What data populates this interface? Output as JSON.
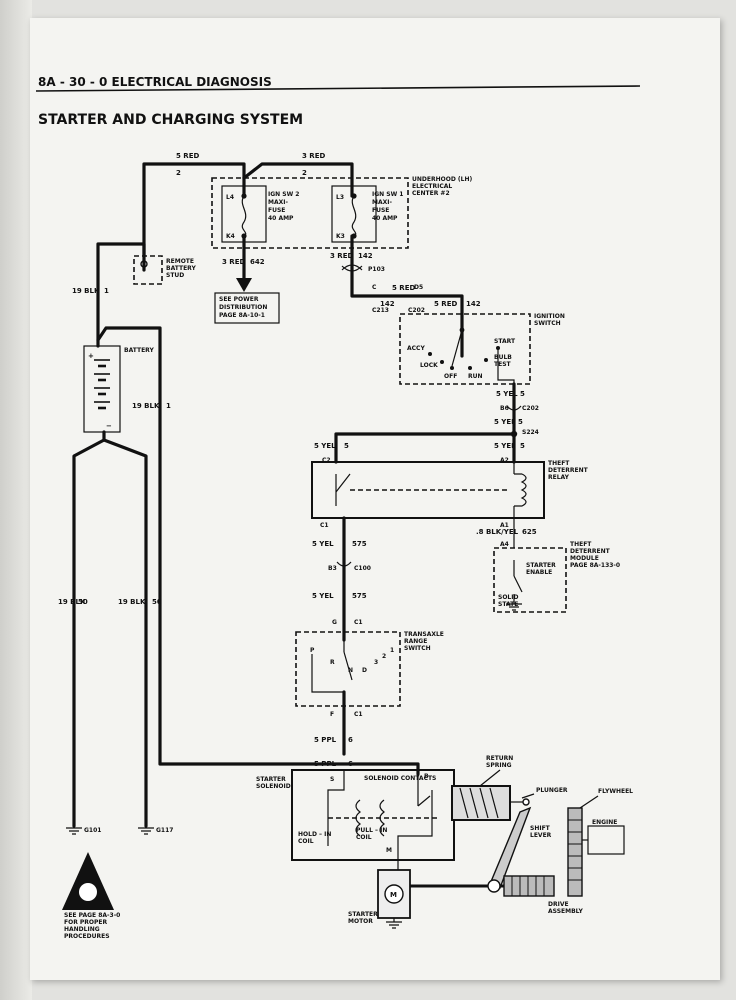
{
  "header": {
    "section": "8A - 30 - 0 ELECTRICAL DIAGNOSIS",
    "title": "STARTER AND CHARGING SYSTEM"
  },
  "components": {
    "underhood_center": "UNDERHOOD (LH) ELECTRICAL CENTER #2",
    "ign_sw_2": "IGN SW 2 MAXI- FUSE 40 AMP",
    "ign_sw_1": "IGN SW 1 MAXI- FUSE 40 AMP",
    "remote_stud": "REMOTE BATTERY STUD",
    "battery": "BATTERY",
    "see_power": "SEE POWER DISTRIBUTION PAGE 8A-10-1",
    "ignition_switch": "IGNITION SWITCH",
    "theft_relay": "THEFT DETERRENT RELAY",
    "theft_module": "THEFT DETERRENT MODULE PAGE 8A-133-0",
    "transaxle": "TRANSAXLE RANGE SWITCH",
    "starter_solenoid": "STARTER SOLENOID",
    "solenoid_contacts": "SOLENOID CONTACTS",
    "hold_in": "HOLD - IN COIL",
    "pull_in": "PULL - IN COIL",
    "return_spring": "RETURN SPRING",
    "plunger": "PLUNGER",
    "flywheel": "FLYWHEEL",
    "engine": "ENGINE",
    "shift_lever": "SHIFT LEVER",
    "drive_assembly": "DRIVE ASSEMBLY",
    "starter_motor": "STARTER MOTOR",
    "caution_note": "SEE PAGE 8A-3-0 FOR PROPER HANDLING PROCEDURES"
  },
  "switch_positions": {
    "accy": "ACCY",
    "lock": "LOCK",
    "off": "OFF",
    "run": "RUN",
    "start": "START",
    "bulb": "BULB TEST",
    "starter_enable": "STARTER ENABLE",
    "solid_state": "SOLID STATE",
    "p": "P",
    "r": "R",
    "n": "N",
    "d": "D",
    "three": "3",
    "two": "2",
    "one": "1"
  },
  "wires": {
    "w5red_top": "5 RED",
    "w2": "2",
    "w3red_top": "3 RED",
    "w3red_642": "3 RED",
    "c642": "642",
    "w3red_142": "3 RED",
    "c142": "142",
    "w5red_142": "5 RED",
    "c142b": "142",
    "c5red2": "5 RED",
    "c142c": "142",
    "w19blk_1": "19 BLK",
    "c1": "1",
    "w19blk_1b": "19 BLK",
    "c1b": "1",
    "w19blk_50": "19 BLK",
    "c50": "50",
    "w19blk_50b": "19 BLK",
    "c50b": "50",
    "w5yel_5a": "5 YEL",
    "c5a": "5",
    "w5yel_5b": "5 YEL",
    "c5b": "5",
    "w5yel_5c": "5 YEL",
    "c5c": "5",
    "w5yel_575a": "5 YEL",
    "c575a": "575",
    "w5yel_575b": "5 YEL",
    "c575b": "575",
    "w8blk": ".8 BLK/YEL",
    "c625": "625",
    "w5ppl_6a": "5 PPL",
    "c6a": "6",
    "w5ppl_6b": "5 PPL",
    "c6b": "6"
  },
  "connectors": {
    "l4": "L4",
    "k4": "K4",
    "l3": "L3",
    "k3": "K3",
    "p103": "P103",
    "c213": "C213",
    "c202": "C202",
    "d5": "D5",
    "c": "C",
    "b6": "B6",
    "c202b": "C202",
    "s224": "S224",
    "c2": "C2",
    "a2": "A2",
    "c1r": "C1",
    "a1": "A1",
    "a4": "A4",
    "b3": "B3",
    "c100": "C100",
    "g": "G",
    "c1t": "C1",
    "f": "F",
    "c1b": "C1",
    "s": "S",
    "b": "B",
    "m": "M",
    "g101": "G101",
    "g117": "G117"
  }
}
